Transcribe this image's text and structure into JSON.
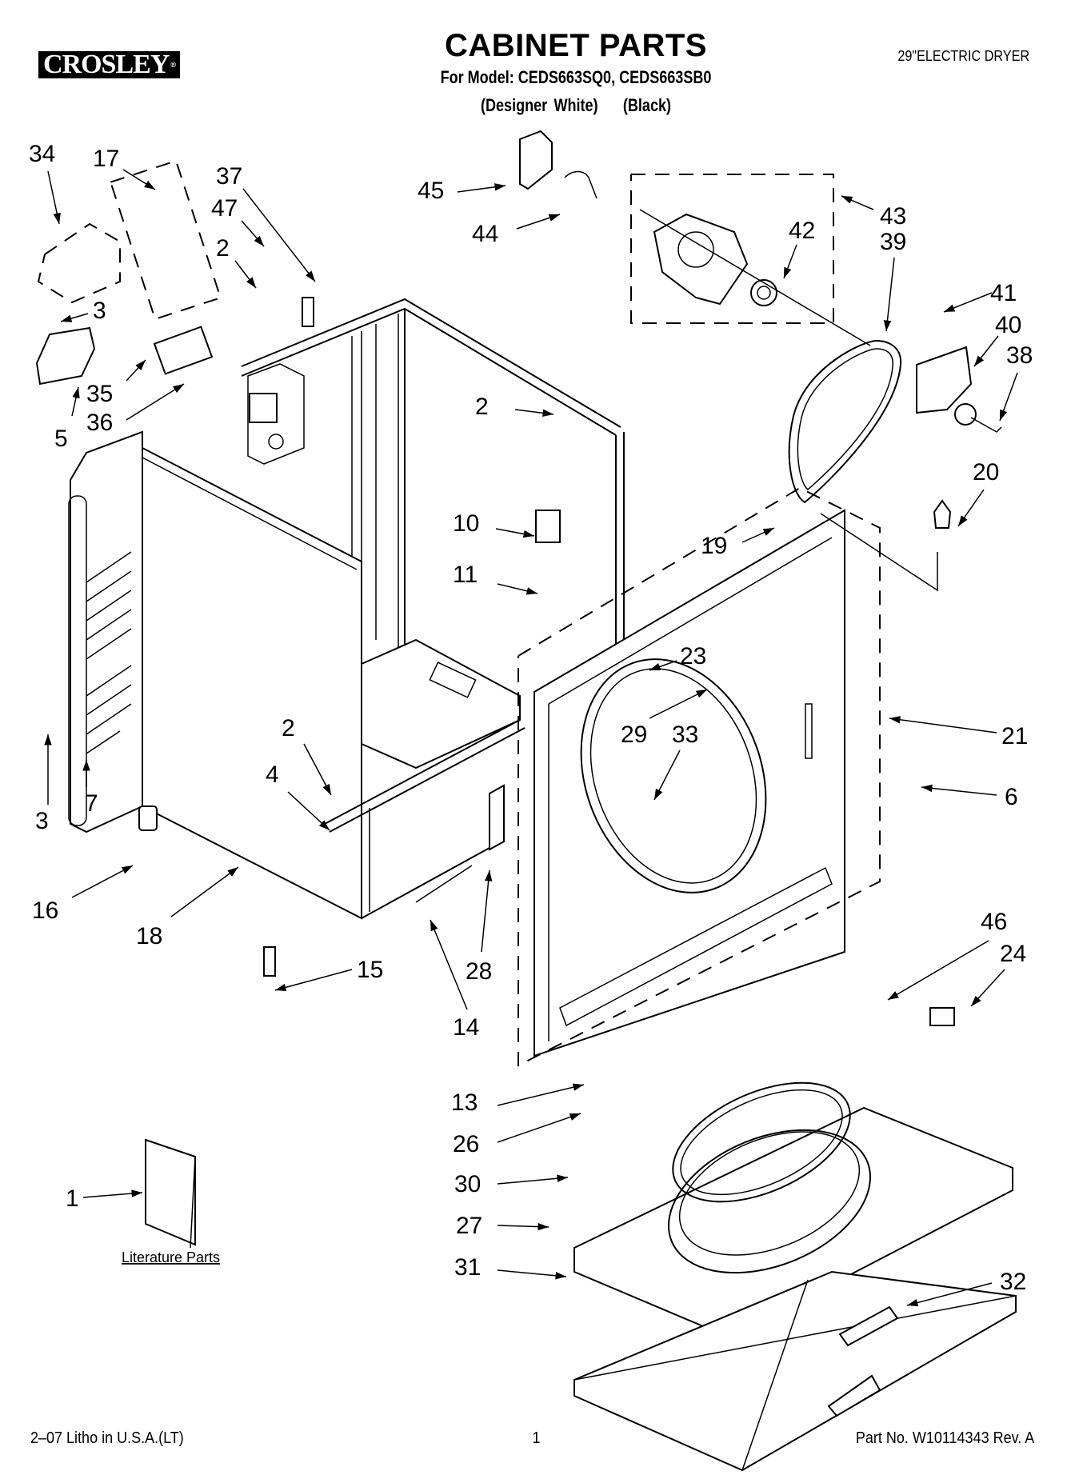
{
  "brand": {
    "logo_text": "CROSLEY",
    "registered_mark": "®"
  },
  "header": {
    "title": "CABINET PARTS",
    "model_line": "For Model: CEDS663SQ0, CEDS663SB0",
    "variants": [
      "(Designer White)",
      "(Black)"
    ],
    "product_type": "29\"ELECTRIC DRYER"
  },
  "diagram": {
    "callouts": [
      {
        "id": "c34",
        "label": "34"
      },
      {
        "id": "c17",
        "label": "17"
      },
      {
        "id": "c37",
        "label": "37"
      },
      {
        "id": "c47",
        "label": "47"
      },
      {
        "id": "c2a",
        "label": "2"
      },
      {
        "id": "c3a",
        "label": "3"
      },
      {
        "id": "c35",
        "label": "35"
      },
      {
        "id": "c36",
        "label": "36"
      },
      {
        "id": "c5",
        "label": "5"
      },
      {
        "id": "c45",
        "label": "45"
      },
      {
        "id": "c44",
        "label": "44"
      },
      {
        "id": "c43",
        "label": "43"
      },
      {
        "id": "c39",
        "label": "39"
      },
      {
        "id": "c42",
        "label": "42"
      },
      {
        "id": "c41",
        "label": "41"
      },
      {
        "id": "c40",
        "label": "40"
      },
      {
        "id": "c38",
        "label": "38"
      },
      {
        "id": "c2b",
        "label": "2"
      },
      {
        "id": "c10",
        "label": "10"
      },
      {
        "id": "c11",
        "label": "11"
      },
      {
        "id": "c19",
        "label": "19"
      },
      {
        "id": "c20",
        "label": "20"
      },
      {
        "id": "c23",
        "label": "23"
      },
      {
        "id": "c29",
        "label": "29"
      },
      {
        "id": "c33",
        "label": "33"
      },
      {
        "id": "c21",
        "label": "21"
      },
      {
        "id": "c6",
        "label": "6"
      },
      {
        "id": "c3b",
        "label": "3"
      },
      {
        "id": "c7",
        "label": "7"
      },
      {
        "id": "c2c",
        "label": "2"
      },
      {
        "id": "c4",
        "label": "4"
      },
      {
        "id": "c16",
        "label": "16"
      },
      {
        "id": "c18",
        "label": "18"
      },
      {
        "id": "c15",
        "label": "15"
      },
      {
        "id": "c28",
        "label": "28"
      },
      {
        "id": "c14",
        "label": "14"
      },
      {
        "id": "c46",
        "label": "46"
      },
      {
        "id": "c24",
        "label": "24"
      },
      {
        "id": "c13",
        "label": "13"
      },
      {
        "id": "c26",
        "label": "26"
      },
      {
        "id": "c30",
        "label": "30"
      },
      {
        "id": "c27",
        "label": "27"
      },
      {
        "id": "c31",
        "label": "31"
      },
      {
        "id": "c32",
        "label": "32"
      },
      {
        "id": "c1",
        "label": "1"
      }
    ],
    "literature_label": "Literature Parts"
  },
  "footer": {
    "print_info": "2–07 Litho in U.S.A.(LT)",
    "page_number": "1",
    "part_number": "Part No. W10114343 Rev. A"
  }
}
